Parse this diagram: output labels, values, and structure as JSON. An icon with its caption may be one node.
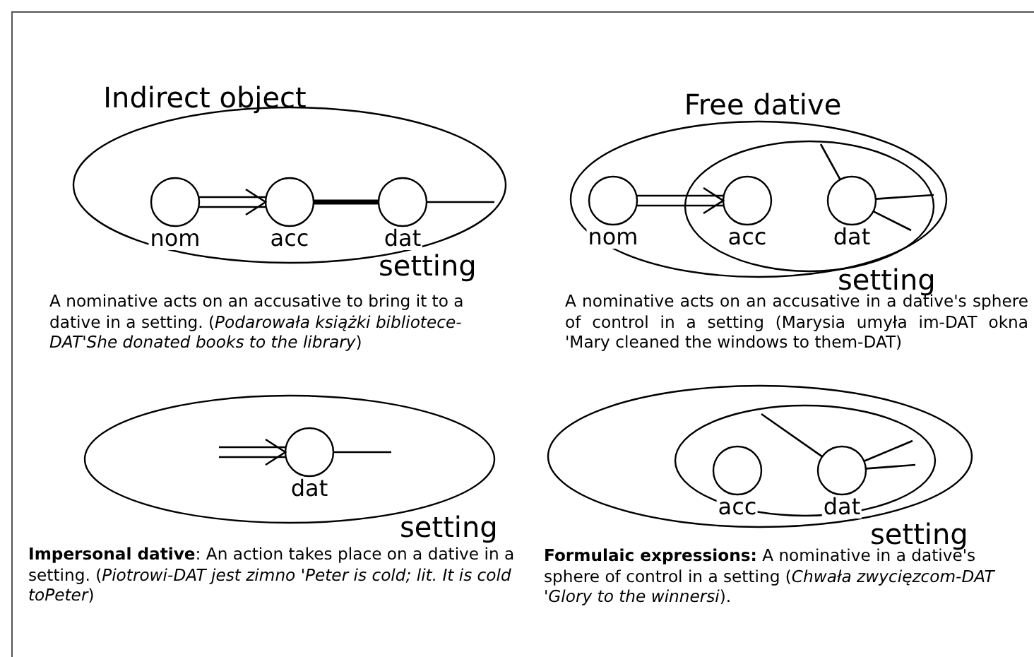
{
  "diagram": {
    "nodes": [
      {
        "text": [
          "setting"
        ]
      },
      {
        "text": [
          "nom"
        ],
        "in": 0
      },
      {
        "text": [
          "acc"
        ],
        "in": 0
      },
      {
        "text": [
          "dat"
        ],
        "in": 0
      },
      {
        "text": [
          "setting"
        ]
      },
      {
        "text": [
          "nom"
        ],
        "in": 4
      },
      {
        "text": [],
        "shape": "ellipse",
        "in": 4
      },
      {
        "text": [
          "acc"
        ],
        "in": 6
      },
      {
        "text": [
          "dat"
        ],
        "in": 6
      },
      {
        "text": [
          "setting"
        ]
      },
      {
        "text": [
          "dat"
        ],
        "in": 9
      },
      {
        "text": [
          "setting"
        ]
      },
      {
        "text": [],
        "shape": "ellipse",
        "in": 11
      },
      {
        "text": [
          "acc"
        ],
        "in": 12
      },
      {
        "text": [
          "dat"
        ],
        "in": 12
      }
    ],
    "edges": [
      {
        "from": 1,
        "to": 2,
        "arrow": "to"
      },
      {
        "from": 2,
        "to": 3,
        "arrow": "none",
        "style": "thick"
      },
      {
        "from": 3,
        "to": null,
        "arrow": "none"
      },
      {
        "from": 5,
        "to": 7,
        "arrow": "to"
      },
      {
        "from": 8,
        "to": 6,
        "arrow": "none"
      },
      {
        "from": 8,
        "to": 6,
        "arrow": "none"
      },
      {
        "from": 8,
        "to": 6,
        "arrow": "none"
      },
      {
        "from": null,
        "to": 10,
        "arrow": "to"
      },
      {
        "from": 10,
        "to": null,
        "arrow": "none"
      },
      {
        "from": 14,
        "to": 12,
        "arrow": "none"
      },
      {
        "from": 14,
        "to": 12,
        "arrow": "none"
      },
      {
        "from": 14,
        "to": 12,
        "arrow": "none"
      }
    ],
    "labels": [
      "Indirect object",
      "Free dative",
      "A nominative acts on an accusative to bring it to a dative in a setting. (*Podarowała książki bibliotece-DAT'She donated books to the library*)",
      "A nominative acts on an accusative in a dative's sphere of control in a setting (Marysia umyła im-DAT okna 'Mary cleaned the windows to them-DAT)",
      "**Impersonal dative**: An action takes place on a dative in a setting. (*Piotrowi-DAT jest zimno 'Peter is cold; lit. It is cold toPeter*)",
      "**Formulaic expressions:** A nominative in a dative's sphere of control in a setting (*Chwała zwycięzcom-DAT 'Glory to the winnersi*)."
    ]
  }
}
